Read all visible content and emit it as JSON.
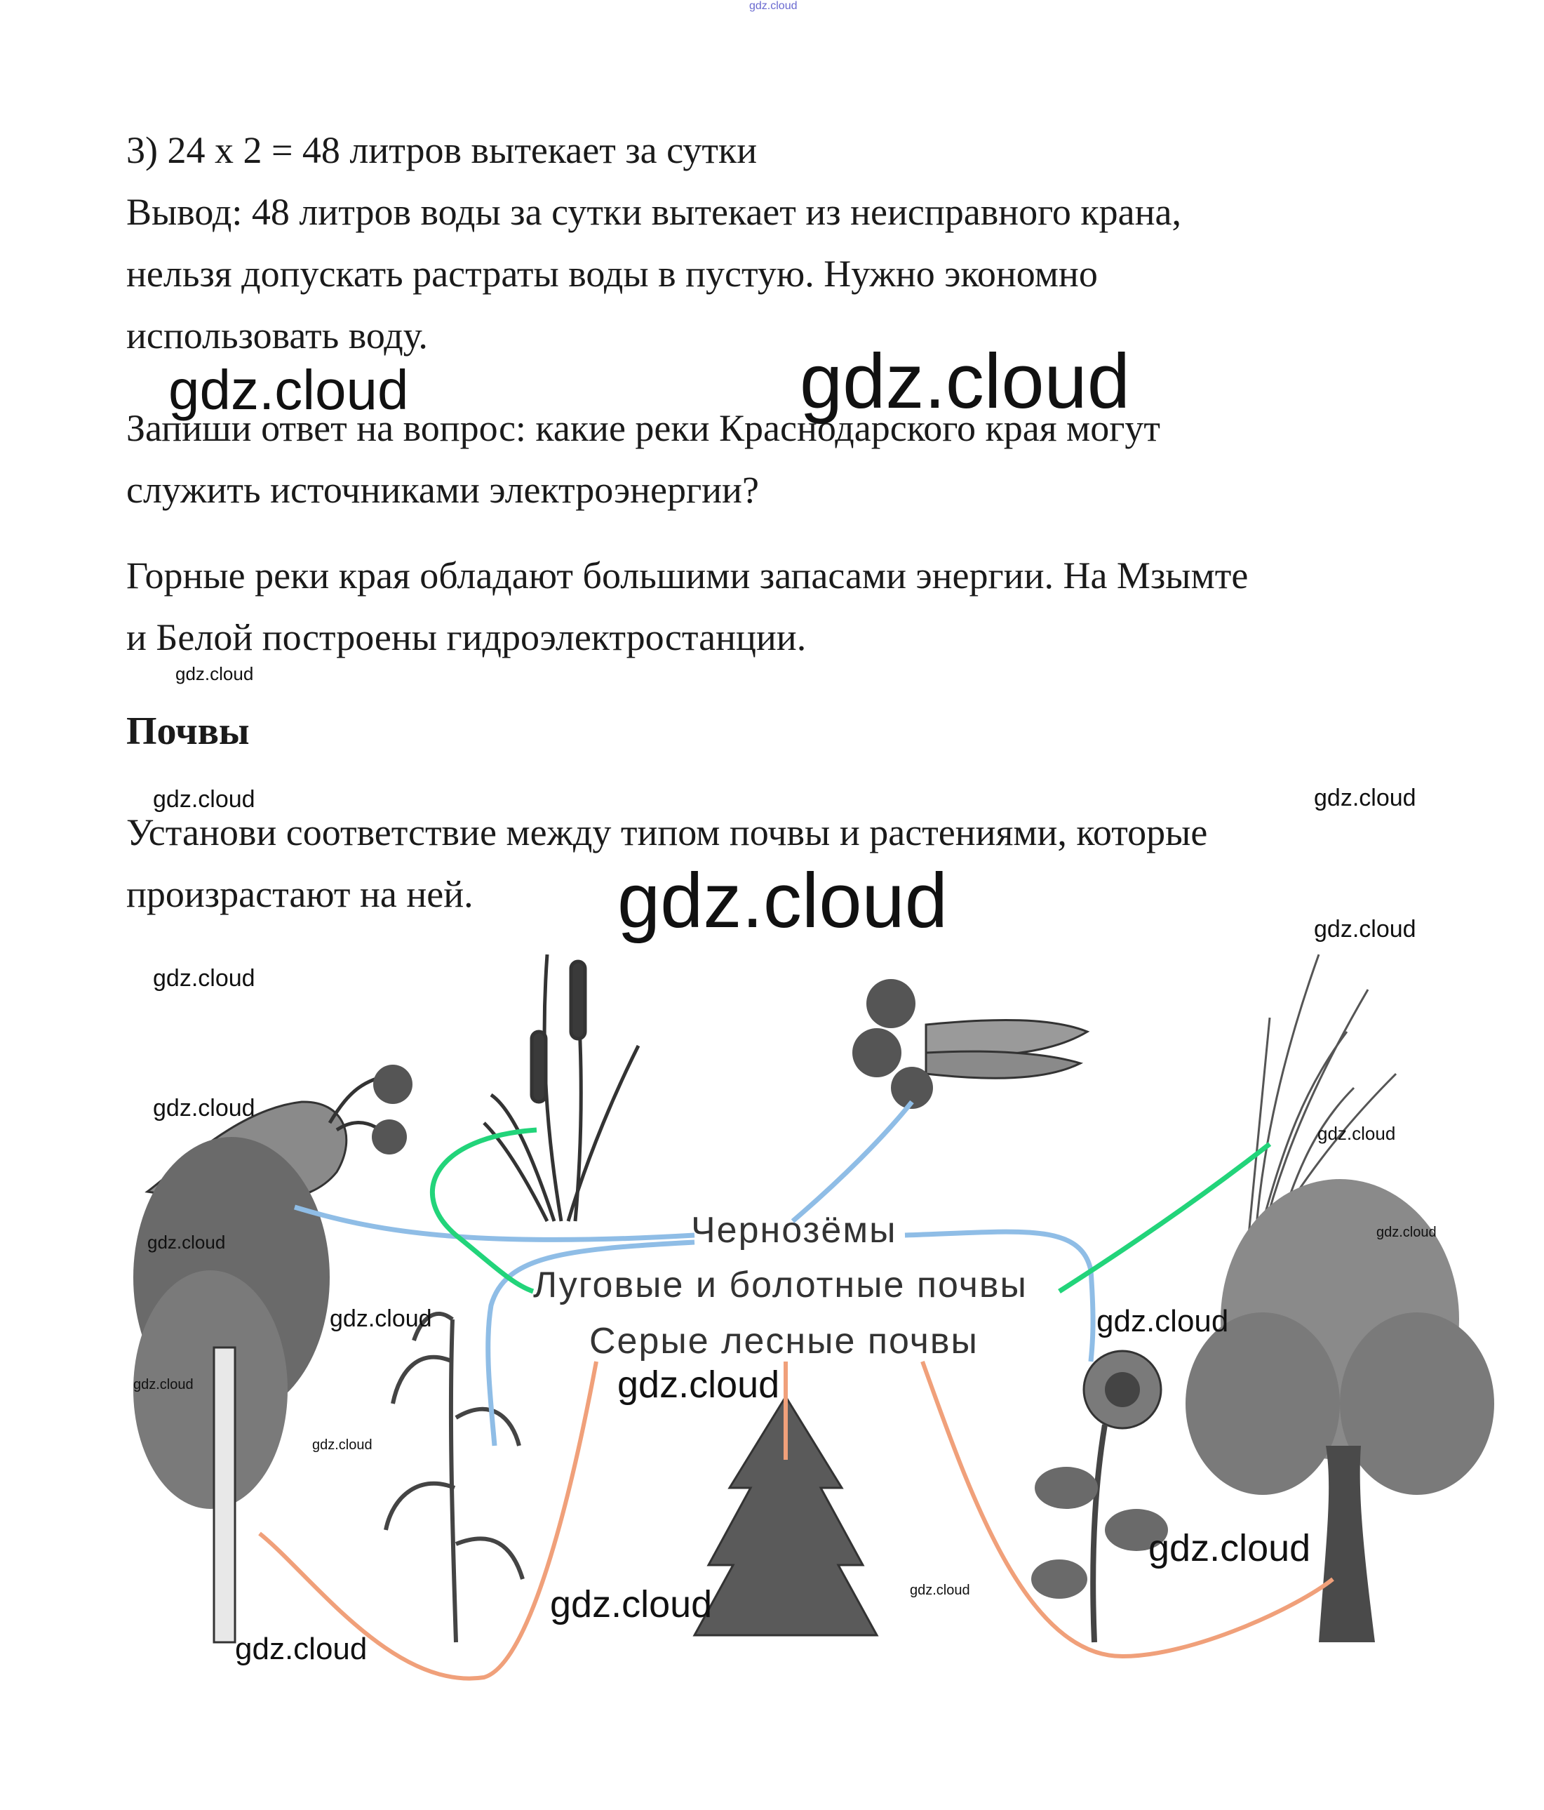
{
  "site_mark": "gdz.cloud",
  "lines": [
    "3) 24 х 2 = 48 литров вытекает за сутки",
    "Вывод: 48 литров воды за сутки вытекает из неисправного крана,",
    "нельзя допускать растраты воды в пустую. Нужно экономно",
    "использовать воду.",
    "Запиши ответ на вопрос: какие реки Краснодарского края могут",
    "служить источниками электроэнергии?",
    "Горные реки края обладают большими запасами энергии. На Мзымте",
    "и Белой построены гидроэлектростанции."
  ],
  "section_heading": "Почвы",
  "task_lines": [
    "Установи соответствие между типом почвы и растениями, которые",
    "произрастают на ней."
  ],
  "soils": [
    "Чернозёмы",
    "Луговые и болотные почвы",
    "Серые лесные почвы"
  ],
  "watermark": "gdz.cloud",
  "link_colors": {
    "chernozem": "#8fbde6",
    "meadow": "#22d47a",
    "forest": "#f0a07a"
  }
}
